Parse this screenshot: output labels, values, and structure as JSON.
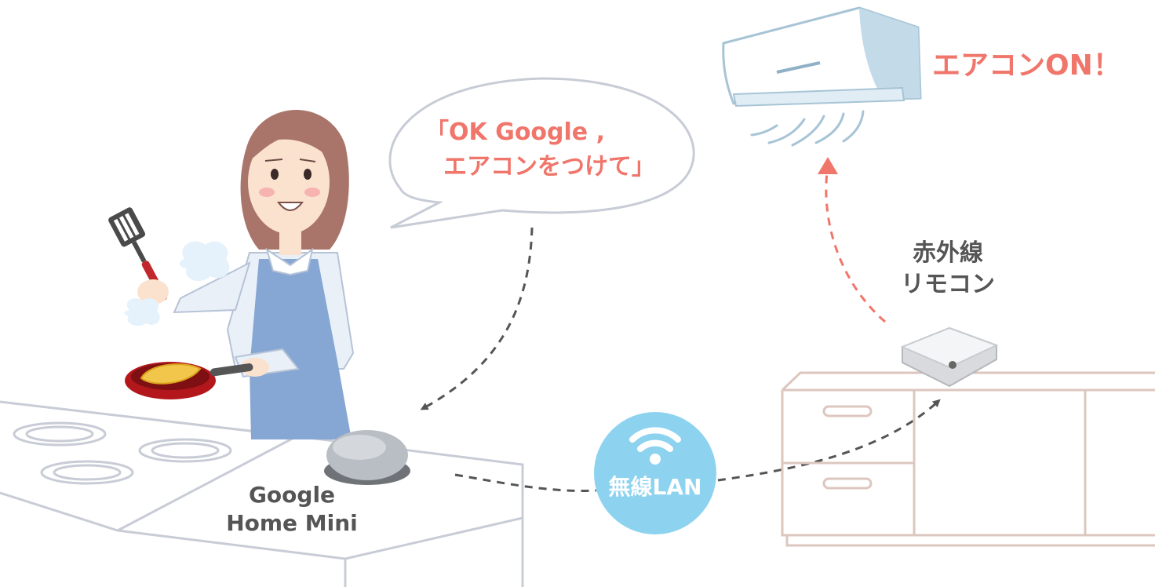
{
  "speech": {
    "line1": "「OK Google ,",
    "line2": "エアコンをつけて」"
  },
  "aircon_status": "エアコンON！",
  "ir_remote_label": {
    "line1": "赤外線",
    "line2": "リモコン"
  },
  "wireless_label": "無線LAN",
  "google_home_label": {
    "line1": "Google",
    "line2": "Home Mini"
  },
  "colors": {
    "accent_red": "#f0756a",
    "wifi_blue": "#8dd3f0",
    "label_gray": "#555555",
    "outline_gray": "#c8ccd6",
    "cabinet_beige": "#dcc7bf",
    "arrow_gray": "#555555"
  },
  "icons": [
    "wifi-icon"
  ]
}
